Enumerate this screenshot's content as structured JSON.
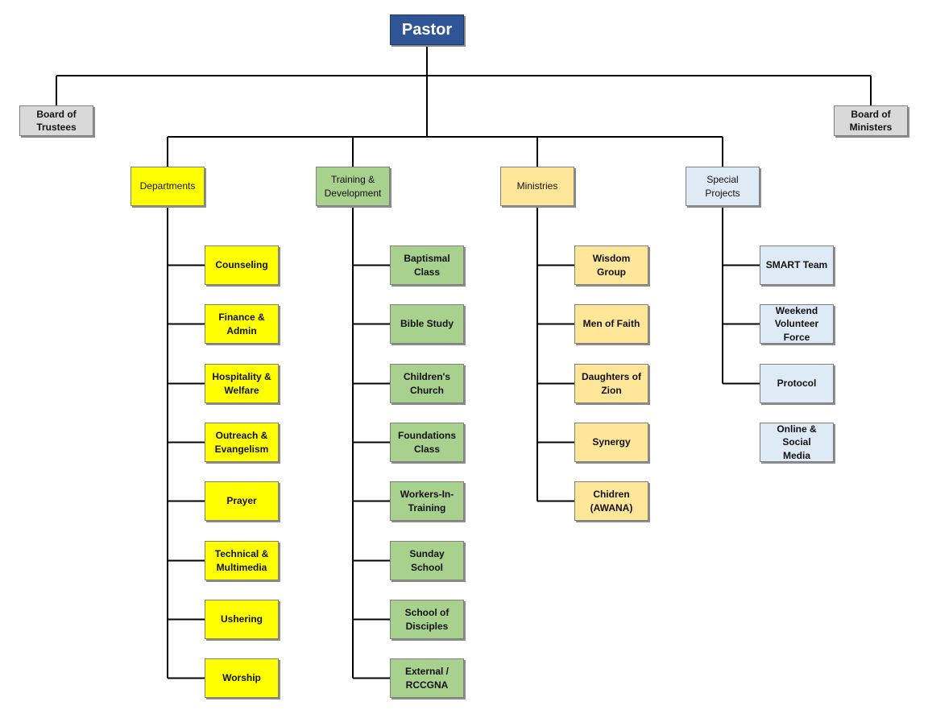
{
  "colors": {
    "pastor": "#2f5597",
    "board": "#d9d9d9",
    "departments": "#ffff00",
    "training": "#a9d18e",
    "ministries": "#ffe699",
    "special": "#deebf7",
    "line": "#000000"
  },
  "top": {
    "label": "Pastor"
  },
  "boards": [
    {
      "label": "Board of\nTrustees"
    },
    {
      "label": "Board of\nMinisters"
    }
  ],
  "columns": [
    {
      "header": "Departments",
      "items": [
        "Counseling",
        "Finance &\nAdmin",
        "Hospitality &\nWelfare",
        "Outreach &\nEvangelism",
        "Prayer",
        "Technical &\nMultimedia",
        "Ushering",
        "Worship"
      ]
    },
    {
      "header": "Training &\nDevelopment",
      "items": [
        "Baptismal Class",
        "Bible Study",
        "Children's\nChurch",
        "Foundations\nClass",
        "Workers-In-\nTraining",
        "Sunday School",
        "School of\nDisciples",
        "External /\nRCCGNA"
      ]
    },
    {
      "header": "Ministries",
      "items": [
        "Wisdom Group",
        "Men of Faith",
        "Daughters of\nZion",
        "Synergy",
        "Chidren\n(AWANA)"
      ]
    },
    {
      "header": "Special Projects",
      "items": [
        "SMART Team",
        "Weekend\nVolunteer\nForce",
        "Protocol",
        "Online & Social\nMedia"
      ]
    }
  ]
}
